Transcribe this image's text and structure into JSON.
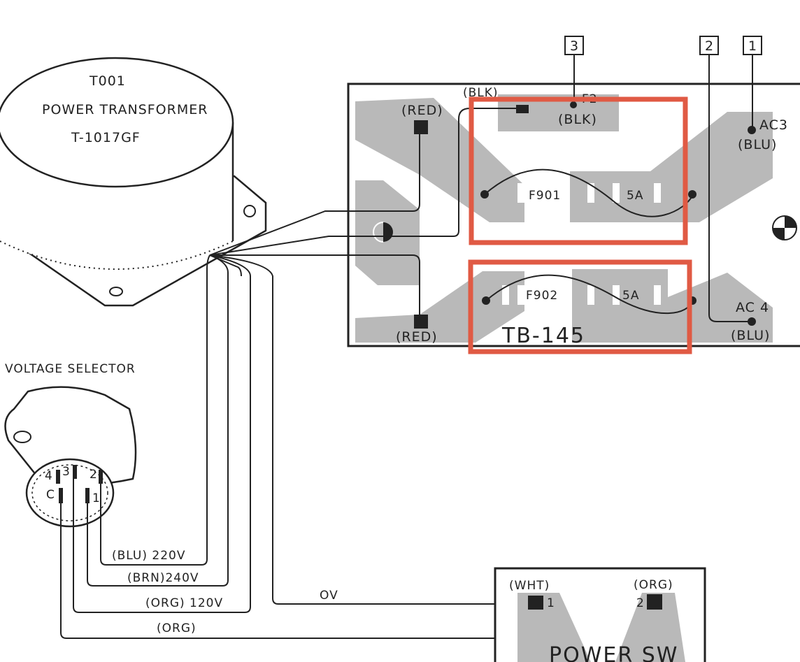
{
  "transformer": {
    "ref": "T001",
    "name": "POWER TRANSFORMER",
    "part": "T-1017GF"
  },
  "voltage_selector": {
    "title": "VOLTAGE SELECTOR",
    "pins": [
      "4",
      "3",
      "2",
      "C",
      "1"
    ]
  },
  "board": {
    "name": "TB-145",
    "labels": {
      "red_top": "(RED)",
      "blk_top": "(BLK)",
      "blk_inner": "(BLK)",
      "f2_partial": "F2",
      "red_bottom": "(RED)",
      "ac3": "AC3",
      "blu_ac3": "(BLU)",
      "ac4": "AC 4",
      "blu_ac4": "(BLU)"
    },
    "fuses": [
      {
        "ref": "F901",
        "rating": "5A"
      },
      {
        "ref": "F902",
        "rating": "5A"
      }
    ]
  },
  "connectors": [
    "3",
    "2",
    "1"
  ],
  "wires": {
    "blu_220": "(BLU) 220V",
    "brn_240": "(BRN)240V",
    "org_120": "(ORG) 120V",
    "org": "(ORG)",
    "ov": "OV"
  },
  "power_switch": {
    "title": "POWER SW",
    "wht": "(WHT)",
    "org": "(ORG)",
    "pin1": "1",
    "pin2": "2"
  },
  "highlight_color": "#e05a44",
  "ink_color": "#222222",
  "trace_color": "#b9b9b9"
}
